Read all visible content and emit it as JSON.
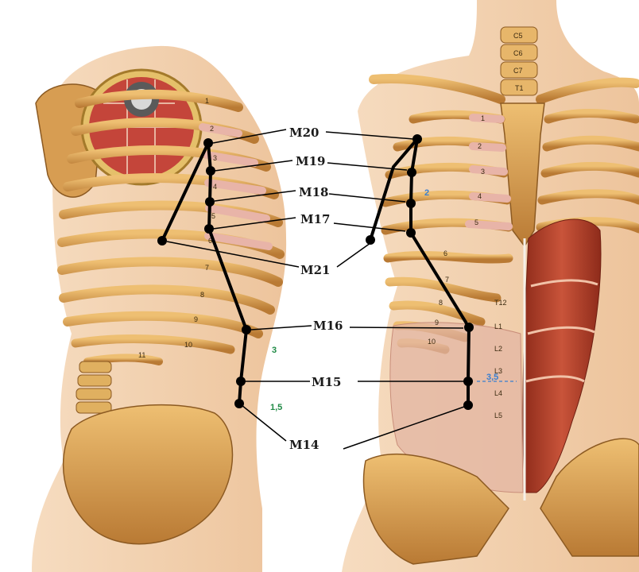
{
  "points": [
    {
      "key": "m20",
      "label": "M20"
    },
    {
      "key": "m19",
      "label": "M19"
    },
    {
      "key": "m18",
      "label": "M18"
    },
    {
      "key": "m17",
      "label": "M17"
    },
    {
      "key": "m21",
      "label": "M21"
    },
    {
      "key": "m16",
      "label": "M16"
    },
    {
      "key": "m15",
      "label": "M15"
    },
    {
      "key": "m14",
      "label": "M14"
    }
  ],
  "measurements": {
    "left_upper": "3",
    "left_lower": "1,5",
    "right_middle_left": "3,5",
    "right_small": "2"
  },
  "vertebrae": [
    "C5",
    "C6",
    "C7",
    "T1"
  ],
  "lumbar_labels": [
    "T12",
    "L1",
    "L2",
    "L3",
    "L4",
    "L5"
  ],
  "rib_numbers_side": [
    "1",
    "2",
    "3",
    "4",
    "5",
    "6",
    "7",
    "8",
    "9",
    "10",
    "11"
  ],
  "rib_numbers_front": [
    "1",
    "2",
    "3",
    "4",
    "5",
    "6",
    "7",
    "8",
    "9",
    "10"
  ],
  "colors": {
    "skin": "#f3d2ad",
    "bone": "#d9a45a",
    "bone_dark": "#8c5a22",
    "muscle": "#b5432c",
    "cartilage": "#e8b4a8",
    "line": "#000000"
  }
}
